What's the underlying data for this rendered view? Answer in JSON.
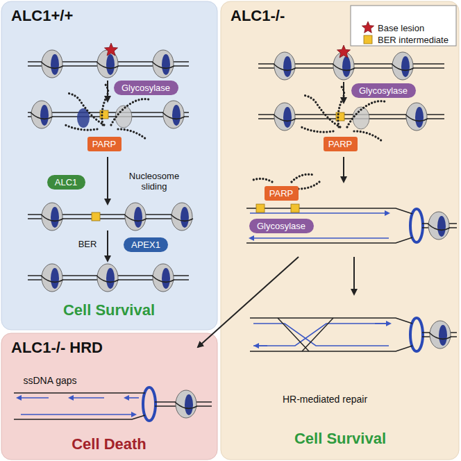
{
  "diagram": {
    "nodes": [
      {
        "text": [
          "ALC1+/+"
        ]
      },
      {
        "text": [
          "Glycosylase"
        ],
        "in": 0
      },
      {
        "text": [
          "PARP"
        ],
        "in": 0
      },
      {
        "text": [
          "ALC1"
        ],
        "in": 0
      },
      {
        "text": [
          "APEX1"
        ],
        "in": 0
      },
      {
        "text": [
          "ALC1-/-"
        ]
      },
      {
        "text": [
          "Glycosylase"
        ],
        "in": 5
      },
      {
        "text": [
          "PARP"
        ],
        "in": 5
      },
      {
        "text": [
          "PARP"
        ],
        "in": 5
      },
      {
        "text": [
          "Glycosylase"
        ],
        "in": 5
      },
      {
        "text": [
          "ALC1-/- HRD"
        ]
      }
    ],
    "labels": [
      "Nucleosome sliding",
      "BER",
      "Cell Survival",
      "Cell Survival",
      "HR-mediated repair",
      "ssDNA gaps",
      "Cell Death"
    ],
    "legend": [
      {
        "text": "Base lesion"
      },
      {
        "text": "BER intermediate"
      }
    ]
  }
}
